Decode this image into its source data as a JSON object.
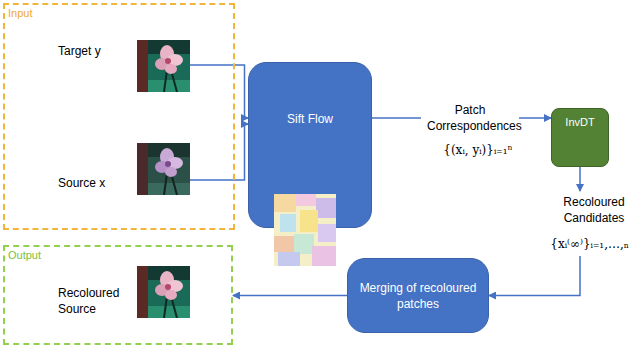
{
  "diagram": {
    "nodes": [
      {
        "text": [
          "Input",
          "Target y",
          "Source x"
        ]
      },
      {
        "text": [
          "Sift Flow"
        ]
      },
      {
        "text": [
          "InvDT"
        ]
      },
      {
        "text": [
          "Merging of recoloured patches"
        ]
      },
      {
        "text": [
          "Output",
          "Recoloured Source"
        ]
      }
    ],
    "edges": [
      {
        "from": 0,
        "to": 1,
        "arrow": "to"
      },
      {
        "from": 1,
        "to": 2,
        "label": "Patch Correspondences",
        "arrow": "to"
      },
      {
        "from": 2,
        "to": 3,
        "label": "Recoloured Candidates",
        "arrow": "to"
      },
      {
        "from": 3,
        "to": 4,
        "arrow": "to"
      }
    ],
    "labels": [
      "{(xᵢ, yᵢ)}ᵢ₌₁ⁿ",
      "{xᵢ⁽∞⁾}ᵢ₌₁,…,ₙ"
    ]
  }
}
